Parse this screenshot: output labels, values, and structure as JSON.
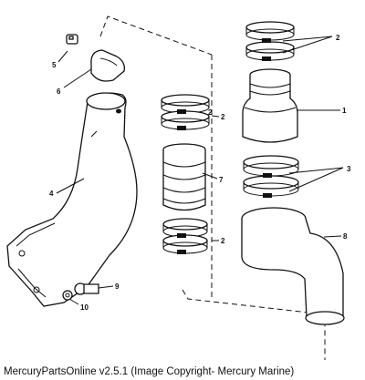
{
  "caption": "MercuryPartsOnline v2.5.1 (Image Copyright- Mercury Marine)",
  "callouts": [
    "1",
    "2",
    "2",
    "2",
    "2",
    "3",
    "4",
    "5",
    "6",
    "7",
    "8",
    "9",
    "10"
  ]
}
